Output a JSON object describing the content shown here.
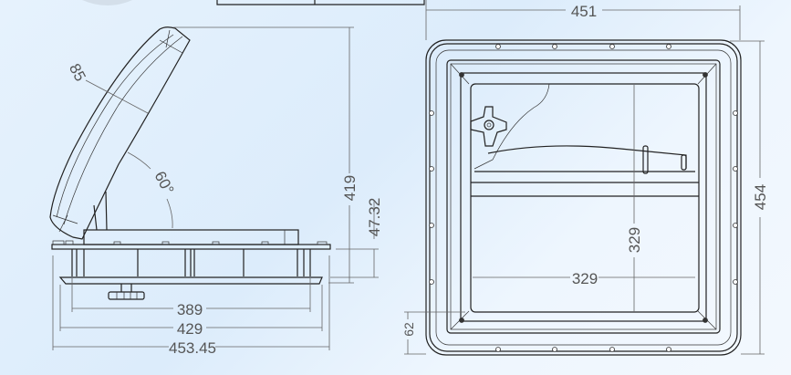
{
  "side_view": {
    "dimensions": {
      "lid_thickness": "85",
      "opening_angle": "60°",
      "total_height": "419",
      "base_height": "47.32",
      "inner_width": "389",
      "body_width": "429",
      "flange_width": "453.45"
    }
  },
  "top_view": {
    "dimensions": {
      "outer_width": "451",
      "outer_depth": "454",
      "opening_height": "329",
      "opening_width": "329",
      "edge_offset": "62"
    }
  },
  "colors": {
    "background": "#e3effc",
    "line": "#222222",
    "dimension_text": "#555555"
  }
}
